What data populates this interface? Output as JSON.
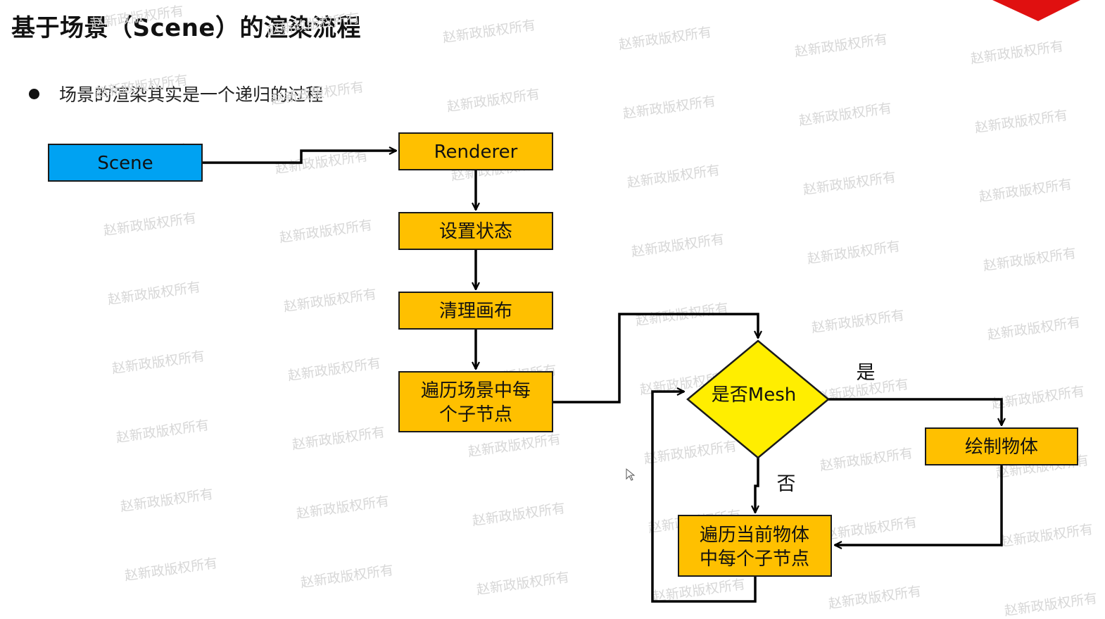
{
  "title": "基于场景（Scene）的渲染流程",
  "bullet": "场景的渲染其实是一个递归的过程",
  "nodes": {
    "scene": "Scene",
    "renderer": "Renderer",
    "set_state": "设置状态",
    "clear_canvas": "清理画布",
    "traverse_scene_line1": "遍历场景中每",
    "traverse_scene_line2": "个子节点",
    "is_mesh": "是否Mesh",
    "draw_object": "绘制物体",
    "traverse_object_line1": "遍历当前物体",
    "traverse_object_line2": "中每个子节点"
  },
  "branch_labels": {
    "yes": "是",
    "no": "否"
  },
  "watermark": "赵新政版权所有",
  "colors": {
    "scene_fill": "#00a2f2",
    "box_fill": "#ffc000",
    "diamond_fill": "#ffee00",
    "corner_red": "#e01010",
    "stroke": "#000000"
  }
}
